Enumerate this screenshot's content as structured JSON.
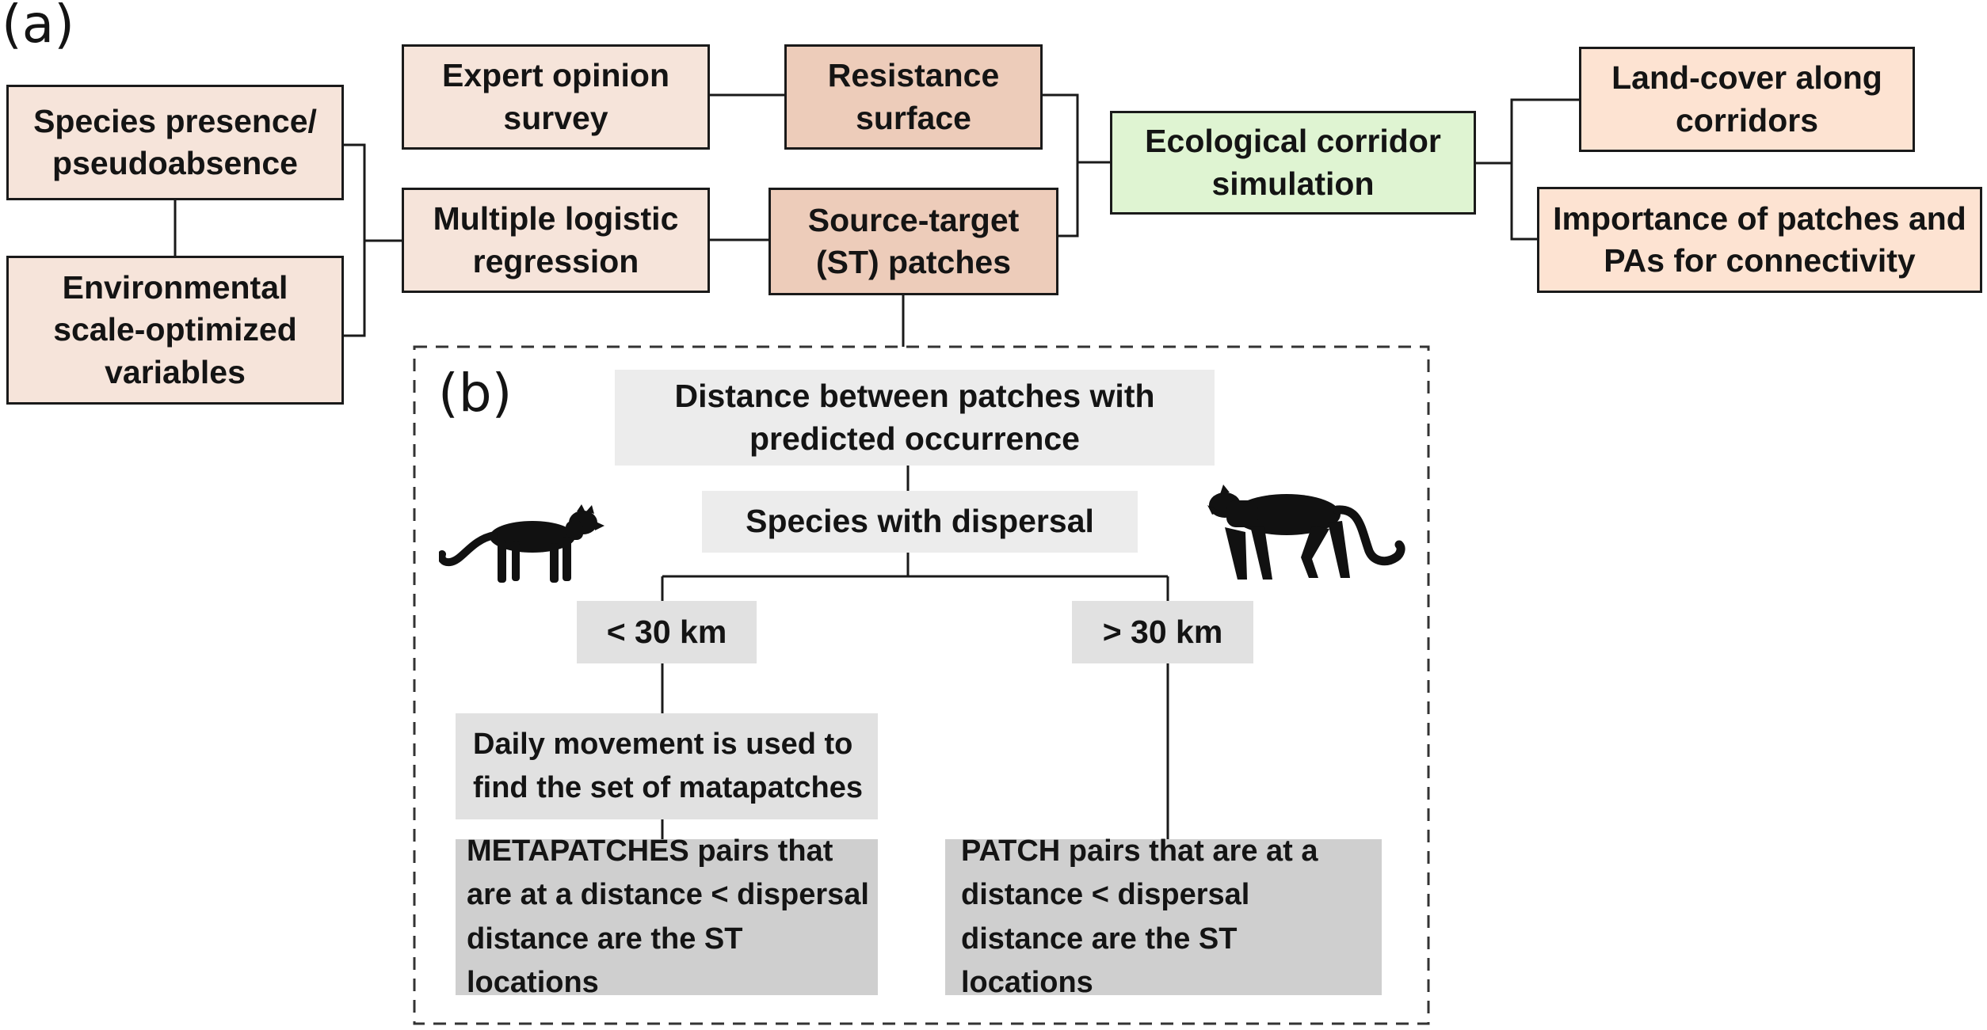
{
  "panel_labels": {
    "a": "(a)",
    "b": "(b)"
  },
  "boxes": {
    "species_presence": "Species presence/ pseudoabsence",
    "environmental": "Environmental scale-optimized variables",
    "expert_opinion": "Expert opinion survey",
    "multiple_logistic": "Multiple logistic regression",
    "resistance_surface": "Resistance surface",
    "source_target": "Source-target (ST) patches",
    "ecological_corridor": "Ecological corridor simulation",
    "land_cover": "Land-cover along corridors",
    "importance_patches": "Importance of patches and  PAs for connectivity",
    "distance_between": "Distance between patches with predicted occurrence",
    "species_dispersal": "Species with dispersal",
    "less_30": "< 30 km",
    "more_30": "> 30 km",
    "daily_movement": "Daily movement is used to find the set of matapatches",
    "metapatches_pairs": "METAPATCHES pairs that are at a distance < dispersal distance are the ST locations",
    "patch_pairs": "PATCH pairs that are at a distance < dispersal distance are the ST locations"
  },
  "icons": {
    "small_cat": "small-cat-silhouette-icon",
    "large_cat": "puma-silhouette-icon"
  },
  "colors": {
    "light_box": "#f6e4da",
    "mid_box": "#edccba",
    "green_box": "#dff4d2",
    "peach_box": "#fde3d2",
    "gray_light": "#ececec",
    "gray_mid": "#e1e1e1",
    "gray_dark": "#cfcfcf"
  }
}
